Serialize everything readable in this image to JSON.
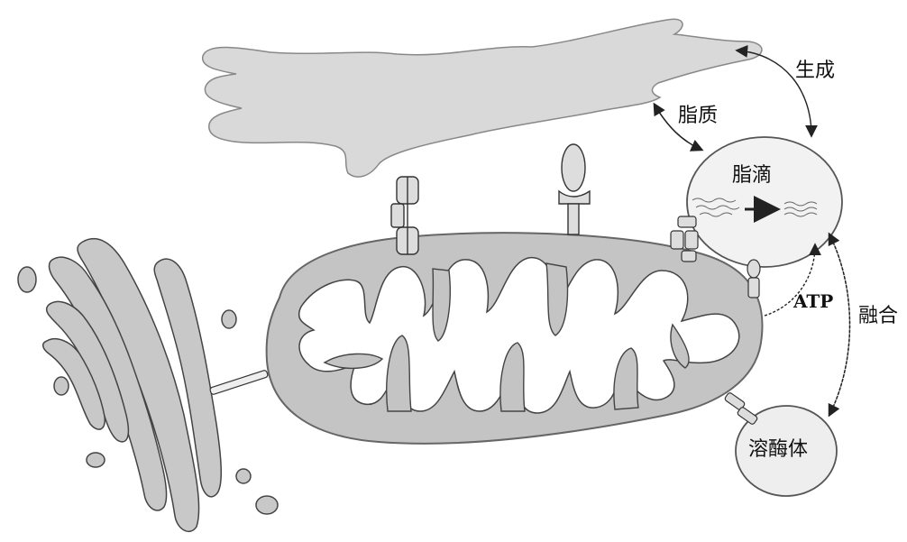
{
  "labels": {
    "generate": "生成",
    "lipid": "脂质",
    "lipid_droplet": "脂滴",
    "atp": "ATP",
    "fusion": "融合",
    "lysosome": "溶酶体"
  },
  "colors": {
    "organelle_fill": "#d9d9d9",
    "mito_fill": "#c4c4c4",
    "outline": "#555555",
    "arrow": "#222222"
  }
}
